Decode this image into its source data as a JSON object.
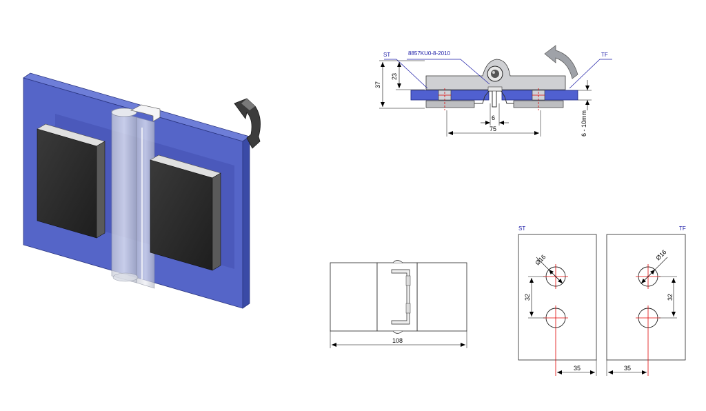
{
  "labels": {
    "part_number": "8857KU0-8-2010",
    "side_st": "ST",
    "side_tf": "TF",
    "plate_st": "ST",
    "plate_tf": "TF"
  },
  "dimensions": {
    "height_37": "37",
    "height_23": "23",
    "gap_6": "6",
    "width_75": "75",
    "glass_range": "6 - 10mm",
    "total_108": "108",
    "dia_left": "Ø16",
    "dia_right": "Ø16",
    "pitch_left": "32",
    "pitch_right": "32",
    "offset_left": "35",
    "offset_right": "35"
  },
  "colors": {
    "glass": "#5060c8",
    "glass_edge": "#2a3580",
    "hardware_dark": "#4a4a4a",
    "hardware_light": "#c8c8c8",
    "center_mark": "#e00000",
    "leader_blue": "#1a1aa6"
  }
}
